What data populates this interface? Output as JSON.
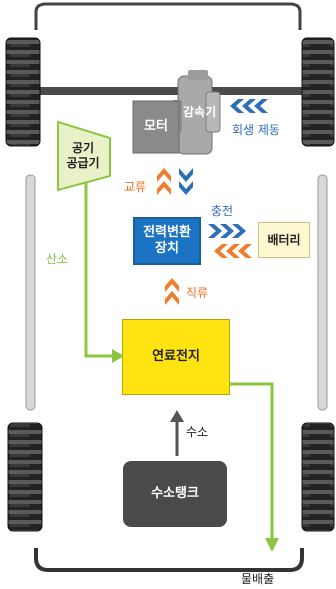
{
  "labels": {
    "motor": "모터",
    "reducer": "감속기",
    "regen_braking": "회생 제동",
    "air_supply": "공기\n공급기",
    "ac": "교류",
    "charge": "충전",
    "converter": "전력변환\n장치",
    "battery": "배터리",
    "oxygen": "산소",
    "dc": "직류",
    "fuel_cell": "연료전지",
    "hydrogen": "수소",
    "hydrogen_tank": "수소탱크",
    "water_exhaust": "물배출"
  },
  "colors": {
    "green_flow": "#8cc63f",
    "orange_arrow": "#f07d2e",
    "blue_arrow": "#2d6fb7",
    "converter_box": "#1b73c4",
    "fuel_cell_box": "#ffe411",
    "battery_box": "#fdf8cf",
    "air_supply_box": "#e9f1c8",
    "motor_box": "#8a8a8a",
    "tank_box": "#4a4a4a",
    "label_orange": "#e9711f",
    "label_blue": "#2d6fb7",
    "label_green": "#7fbf3b"
  }
}
